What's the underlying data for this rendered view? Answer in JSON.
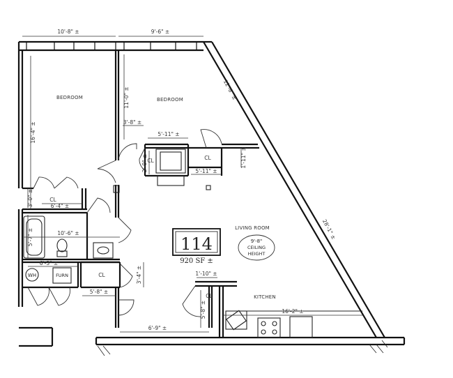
{
  "unit": {
    "number": "114",
    "area": "920 SF ±"
  },
  "rooms": {
    "bedroom_left": "BEDROOM",
    "bedroom_right": "BEDROOM",
    "living_room": "LIVING ROOM",
    "kitchen": "KITCHEN"
  },
  "ceiling_note": {
    "line1": "9'-8\"",
    "line2": "CEILING",
    "line3": "HEIGHT"
  },
  "fixtures": {
    "water_heater": "WH",
    "furnace": "FURN"
  },
  "dimensions": {
    "top_left_width": "10'-8\" ±",
    "top_right_width": "9'-6\" ±",
    "left_bedroom_height": "16'-4\" ±",
    "right_bedroom_height": "11'-0\" ±",
    "diag_upper": "12'-8\" ±",
    "diag_lower": "28'-1\" ±",
    "closet_hall": "3'-8\" ±",
    "closet_top": "5'-11\" ±",
    "closet_side": "2'-0\" ±",
    "closet_bottom": "5'-11\" ±",
    "closet_right": "1'-11\" ±",
    "left_closet_width": "6'-4\" ±",
    "left_closet_height": "3'-0\" ±",
    "bath_width": "10'-6\" ±",
    "bath_height": "5'-7\" ±",
    "mech_width": "6'-3\" ±",
    "closet_low_height": "3'-4\" ±",
    "closet_low_width": "5'-8\" ±",
    "entry_width": "6'-9\" ±",
    "kitchen_pantry_width": "1'-10\" ±",
    "kitchen_pantry_height": "5'-8\" ±",
    "kitchen_width": "16'-2\" ±"
  },
  "closet_marks": {
    "c1": "CL",
    "c2": "CL",
    "c3": "CL",
    "c4": "CL",
    "c5": "CL"
  }
}
